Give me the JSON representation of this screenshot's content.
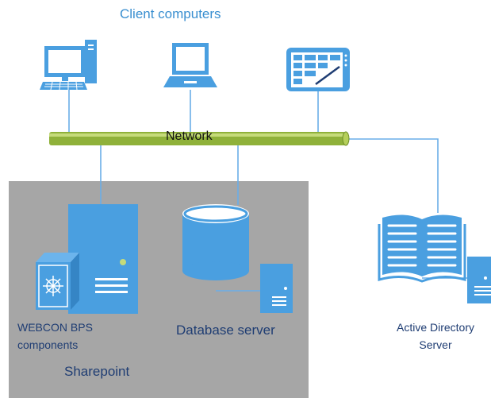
{
  "title": "Client computers",
  "network_label": "Network",
  "sharepoint_label": "Sharepoint",
  "webcon_label": "WEBCON BPS components",
  "database_label": "Database server",
  "ad_label": "Active Directory Server",
  "colors": {
    "blue": "#4a9fe0",
    "dark_blue": "#1f3d73",
    "title_blue": "#3a8fd0",
    "gray_box": "#a6a6a6",
    "network_green": "#8fb13a",
    "line_blue": "#6aaee8"
  },
  "icons": [
    "desktop-computer-icon",
    "laptop-icon",
    "tablet-icon",
    "server-icon",
    "database-icon",
    "webcon-component-icon",
    "open-book-icon"
  ]
}
